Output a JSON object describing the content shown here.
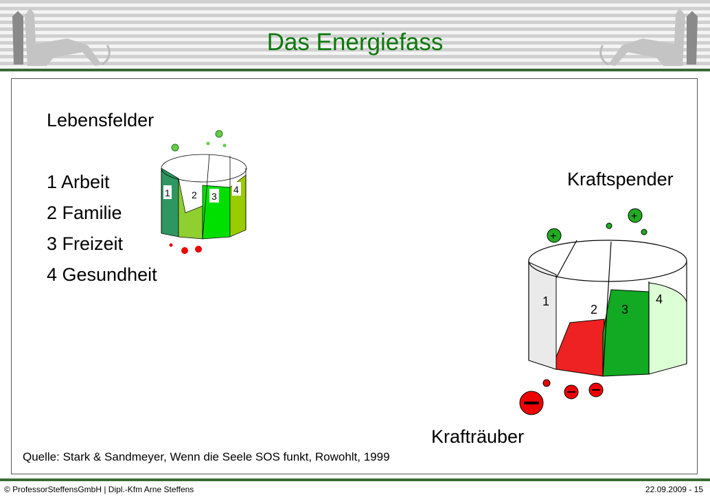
{
  "header": {
    "title": "Das Energiefass"
  },
  "left": {
    "heading": "Lebensfelder",
    "items": [
      "1 Arbeit",
      "2 Familie",
      "3 Freizeit",
      "4 Gesundheit"
    ]
  },
  "small_barrel": {
    "labels": [
      "1",
      "2",
      "3",
      "4"
    ]
  },
  "big_barrel": {
    "labels": [
      "1",
      "2",
      "3",
      "4"
    ]
  },
  "kraftspender": "Kraftspender",
  "krafträuber": "Krafträuber",
  "source": "Quelle: Stark & Sandmeyer, Wenn die Seele SOS funkt, Rowohlt, 1999",
  "footer": {
    "left": "© ProfessorSteffensGmbH | Dipl.-Kfm Arne Steffens",
    "right": "22.09.2009 - 15"
  }
}
